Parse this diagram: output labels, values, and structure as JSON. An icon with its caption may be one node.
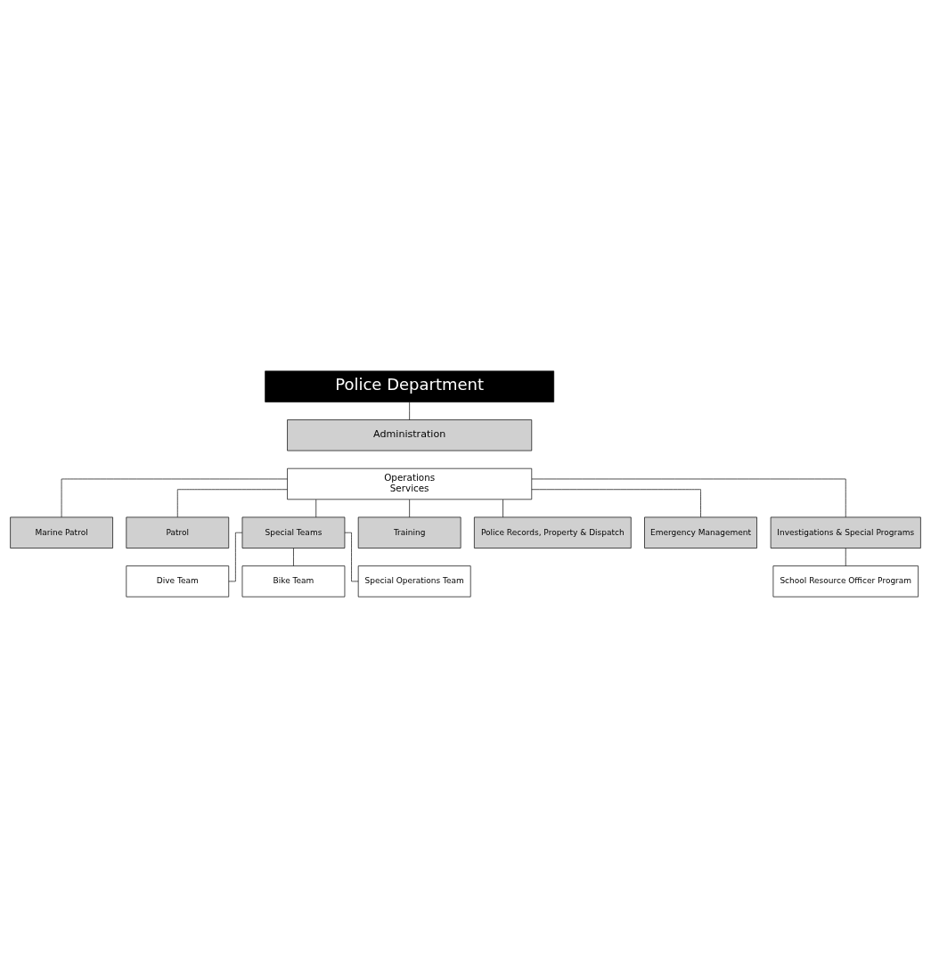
{
  "diagram": {
    "nodes": [
      {
        "text": [
          "Police Department"
        ]
      },
      {
        "text": [
          "Administration"
        ]
      },
      {
        "text": [
          "Operations",
          "Services"
        ]
      },
      {
        "text": [
          "Marine Patrol"
        ]
      },
      {
        "text": [
          "Patrol"
        ]
      },
      {
        "text": [
          "Special Teams"
        ]
      },
      {
        "text": [
          "Dive Team"
        ]
      },
      {
        "text": [
          "Bike Team"
        ]
      },
      {
        "text": [
          "Special Operations Team"
        ]
      },
      {
        "text": [
          "Training"
        ]
      },
      {
        "text": [
          "Police Records, Property & Dispatch"
        ]
      },
      {
        "text": [
          "Emergency Management"
        ]
      },
      {
        "text": [
          "Investigations & Special Programs"
        ]
      },
      {
        "text": [
          "School Resource Officer Program"
        ]
      }
    ],
    "edges": [
      {
        "from": 0,
        "to": 1,
        "arrow": "none"
      },
      {
        "from": 2,
        "to": 3,
        "arrow": "none"
      },
      {
        "from": 2,
        "to": 4,
        "arrow": "none"
      },
      {
        "from": 2,
        "to": 5,
        "arrow": "none"
      },
      {
        "from": 2,
        "to": 9,
        "arrow": "none"
      },
      {
        "from": 2,
        "to": 10,
        "arrow": "none"
      },
      {
        "from": 2,
        "to": 11,
        "arrow": "none"
      },
      {
        "from": 2,
        "to": 12,
        "arrow": "none"
      },
      {
        "from": 5,
        "to": 6,
        "arrow": "none"
      },
      {
        "from": 5,
        "to": 7,
        "arrow": "none"
      },
      {
        "from": 5,
        "to": 8,
        "arrow": "none"
      },
      {
        "from": 12,
        "to": 13,
        "arrow": "none"
      }
    ]
  }
}
